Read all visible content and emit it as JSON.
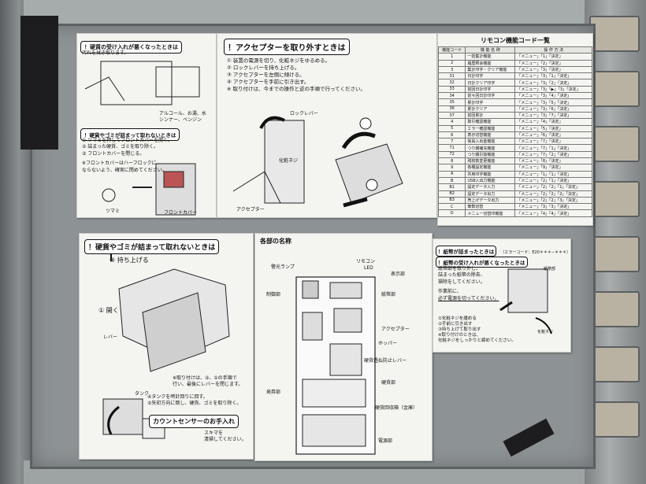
{
  "panel_a": {
    "title": "！硬貨の受け入れが悪くなったときは",
    "step_note": "汚れを拭き取ります。",
    "wipe_note": "アルコール、お湯、水",
    "ng_note": "シンナー、ベンジン",
    "subtitle": "！硬貨やゴミが詰まって取れないときは",
    "steps": [
      "① ツマミを押してフロントカバーを開く。",
      "② 詰まった硬貨、ゴミを取り除く。",
      "③ フロントカバーを閉じる。"
    ],
    "footnote": [
      "※フロントカバーはハーフロックに",
      "ならないよう、確実に閉めてください。"
    ],
    "label_knob": "ツマミ",
    "label_cover": "フロントカバー"
  },
  "panel_b": {
    "title": "！アクセプターを取り外すときは",
    "steps": [
      "① 装置の電源を切り、化粧ネジをゆるめる。",
      "② ロックレバーを持ち上げる。",
      "③ アクセプターを左側に傾ける。",
      "④ アクセプターを手前に引き出す。",
      "※ 取り付けは、今までの操作と逆の手順で行ってください。"
    ],
    "label_lock": "ロックレバー",
    "label_screw": "化粧ネジ",
    "label_acceptor": "アクセプター"
  },
  "panel_c": {
    "title": "リモコン機能コード一覧",
    "headers": [
      "機能コード",
      "機 能 名 称",
      "操 作 方 法"
    ],
    "rows": [
      [
        "1",
        "一括集計機能",
        "「メニュー」「1」「決定」"
      ],
      [
        "2",
        "履歴照会機能",
        "「メニュー」「2」「決定」"
      ],
      [
        "3",
        "集計印字・クリア機能",
        "「メニュー」「3」「決定」"
      ],
      [
        "31",
        "日計印字",
        "「メニュー」「3」「1」「決定」"
      ],
      [
        "32",
        "日計クリア印字",
        "「メニュー」「3」「2」「決定」"
      ],
      [
        "33",
        "前回日計印字",
        "「メニュー」「3」「▶」「3」「決定」"
      ],
      [
        "34",
        "前々回日計印字",
        "「メニュー」「3」「4」「決定」"
      ],
      [
        "35",
        "累計印字",
        "「メニュー」「3」「5」「決定」"
      ],
      [
        "36",
        "累計クリア",
        "「メニュー」「3」「6」「決定」"
      ],
      [
        "37",
        "前回累計",
        "「メニュー」「3」「7」「決定」"
      ],
      [
        "4",
        "取引確認機能",
        "「メニュー」「4」「決定」"
      ],
      [
        "5",
        "エラー確認機能",
        "「メニュー」「5」「決定」"
      ],
      [
        "6",
        "表示切替機能",
        "「メニュー」「6」「決定」"
      ],
      [
        "7",
        "係員入出金機能",
        "「メニュー」「7」「決定」"
      ],
      [
        "71",
        "つり銭補充機能",
        "「メニュー」「7」「1」「決定」"
      ],
      [
        "72",
        "つり銭引抜機能",
        "「メニュー」「7」「2」「決定」"
      ],
      [
        "8",
        "残枚数変更機能",
        "「メニュー」「8」「決定」"
      ],
      [
        "9",
        "各種設定機能",
        "「メニュー」「9」「決定」"
      ],
      [
        "A",
        "共用印字機能",
        "「メニュー」「1」「1」「決定」"
      ],
      [
        "B",
        "USB入出力機能",
        "「メニュー」「2」「1」「決定」"
      ],
      [
        "B1",
        "設定データ入力",
        "「メニュー」「2」「2」「1」「決定」"
      ],
      [
        "B2",
        "設定データ出力",
        "「メニュー」「2」「2」「2」「決定」"
      ],
      [
        "B3",
        "売上げデータ出力",
        "「メニュー」「2」「2」「3」「決定」"
      ],
      [
        "C",
        "筆数切替",
        "「メニュー」「3」「3」「決定」"
      ],
      [
        "D",
        "メニュー切替印機能",
        "「メニュー」「4」「4」「決定」"
      ]
    ]
  },
  "panel_d": {
    "title": "！硬貨やゴミが詰まって取れないときは",
    "lift": "③ 持ち上げる",
    "open": "① 開く",
    "lever": "レバー",
    "note": [
      "※取り付けは、②、①の手順で",
      "行い、最後にレバーを閉じます。"
    ],
    "tank": "タンク",
    "steps": [
      "④タンクを時計回りに回す。",
      "⑤矢印方向に倒し、硬貨、ゴミを取り除く。"
    ],
    "sensor_title": "カウントセンサーのお手入れ",
    "sensor_text": [
      "スキマを",
      "清掃してください。"
    ]
  },
  "panel_e": {
    "title": "各部の名称",
    "labels": [
      "警光ランプ",
      "リモコン",
      "LED",
      "表示部",
      "制御部",
      "紙幣部",
      "アクセプター",
      "ホッパー",
      "硬貨過払防止レバー",
      "硬貨部",
      "発券部",
      "硬貨回収箱（金庫）",
      "電源部"
    ]
  },
  "panel_f": {
    "title1": "！紙幣が詰まったときは",
    "title1_code": "（エラーコード：E20＊＊＊−＊＊＊）",
    "title2": "！紙幣の受け入れが悪くなったときは",
    "text1": [
      "紙幣部を取り外し、",
      "詰まった紙幣の除去、",
      "掃除をしてください。"
    ],
    "text2": [
      "作業前に、",
      "必ず電源を切ってください。"
    ],
    "steps": [
      "①化粧ネジを緩める",
      "②手前に引き出す",
      "③持ち上げて取り出す",
      "※取り付けのときは、",
      "化粧ネジをしっかりと締めてください。"
    ],
    "label_unit": "紙幣部",
    "label_screw": "化粧ネジ"
  }
}
